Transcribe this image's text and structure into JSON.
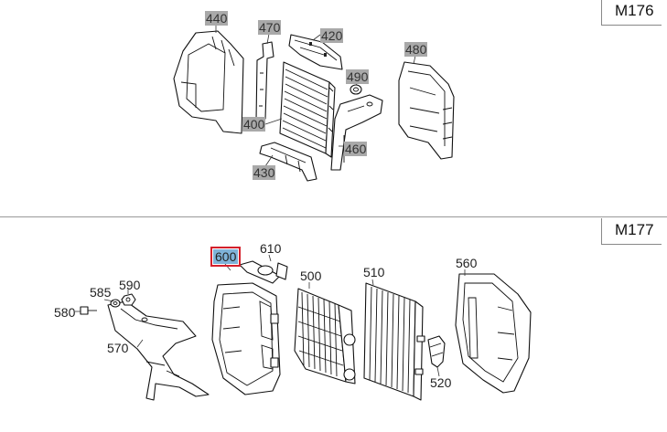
{
  "sections": [
    {
      "engine": "M176",
      "callouts": [
        "440",
        "470",
        "420",
        "490",
        "480",
        "400",
        "460",
        "430"
      ]
    },
    {
      "engine": "M177",
      "callouts": [
        "600",
        "610",
        "500",
        "510",
        "560",
        "585",
        "590",
        "580",
        "570",
        "520"
      ]
    }
  ],
  "selected_callout": "600",
  "colors": {
    "callout_highlight": "#a9a9a9",
    "selected_fill": "#7fb3d9",
    "selected_border": "#d4202b"
  }
}
